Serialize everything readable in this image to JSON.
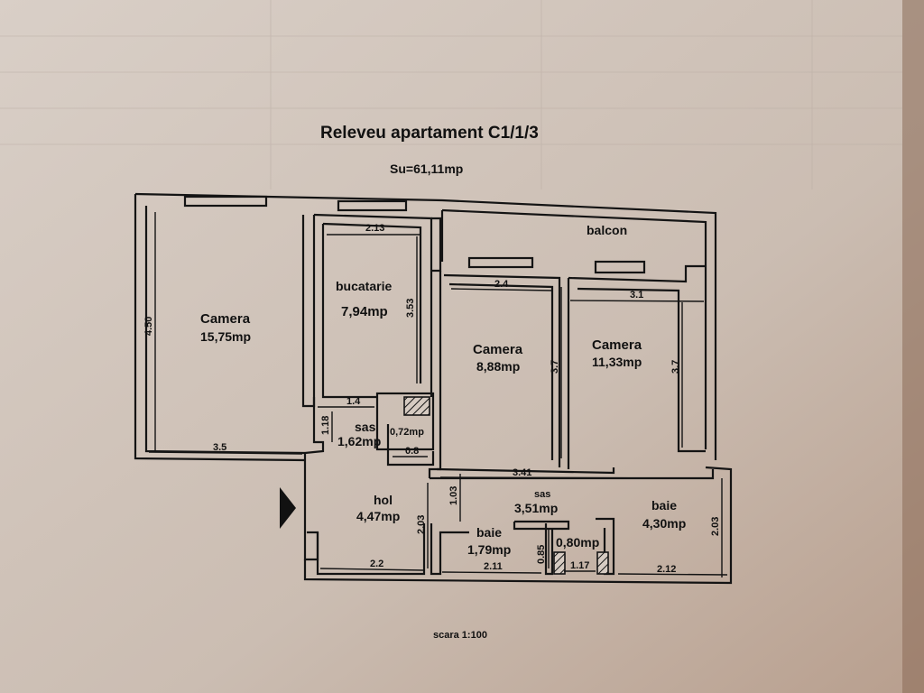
{
  "title": "Releveu apartament C1/1/3",
  "total_area": "Su=61,11mp",
  "scale": "scara 1:100",
  "rooms": {
    "camera_left": {
      "name": "Camera",
      "area": "15,75mp"
    },
    "bucatarie": {
      "name": "bucatarie",
      "area": "7,94mp"
    },
    "camera_mid": {
      "name": "Camera",
      "area": "8,88mp"
    },
    "camera_right": {
      "name": "Camera",
      "area": "11,33mp"
    },
    "balcon": {
      "name": "balcon"
    },
    "sas_left": {
      "name": "sas",
      "area": "1,62mp"
    },
    "closet": {
      "area": "0,72mp"
    },
    "hol": {
      "name": "hol",
      "area": "4,47mp"
    },
    "sas_mid": {
      "name": "sas",
      "area": "3,51mp"
    },
    "baie_left": {
      "name": "baie",
      "area": "1,79mp"
    },
    "wc": {
      "area": "0,80mp"
    },
    "baie_right": {
      "name": "baie",
      "area": "4,30mp"
    }
  },
  "dimensions": {
    "d_450": "4.50",
    "d_213": "2.13",
    "d_353": "3.53",
    "d_24": "2.4",
    "d_31": "3.1",
    "d_37a": "3.7",
    "d_37b": "3.7",
    "d_14": "1.4",
    "d_118": "1.18",
    "d_35": "3.5",
    "d_08": "0.8",
    "d_341": "3.41",
    "d_103": "1.03",
    "d_203a": "2.03",
    "d_203b": "2.03",
    "d_22": "2.2",
    "d_211": "2.11",
    "d_085": "0.85",
    "d_117": "1.17",
    "d_212": "2.12"
  }
}
